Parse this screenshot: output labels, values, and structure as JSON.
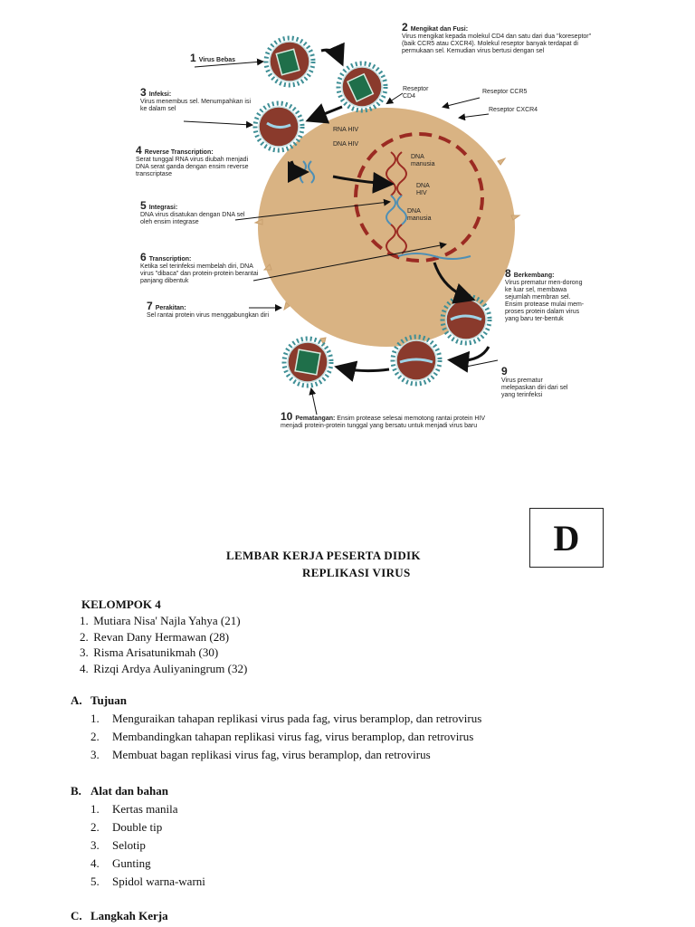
{
  "figure": {
    "steps": [
      {
        "num": "1",
        "title": "Virus Bebas",
        "desc": ""
      },
      {
        "num": "2",
        "title": "Mengikat dan Fusi:",
        "desc": "Virus mengikat kepada molekul CD4 dan satu dari dua \"koreseptor\" (baik CCR5 atau CXCR4). Molekul reseptor banyak terdapat di permukaan sel. Kemudian virus bertusi dengan sel"
      },
      {
        "num": "3",
        "title": "Infeksi:",
        "desc": "Virus menembus sel. Menumpahkan isi ke dalam sel"
      },
      {
        "num": "4",
        "title": "Reverse Transcription:",
        "desc": "Serat tunggal RNA virus diubah menjadi DNA serat ganda dengan ensim reverse transcriptase"
      },
      {
        "num": "5",
        "title": "Integrasi:",
        "desc": "DNA virus disatukan dengan DNA sel oleh ensim integrase"
      },
      {
        "num": "6",
        "title": "Transcription:",
        "desc": "Ketika sel terinfeksi membelah diri, DNA virus \"dibaca\" dan protein-protein berantai panjang dibentuk"
      },
      {
        "num": "7",
        "title": "Perakitan:",
        "desc": "Sel rantai protein virus menggabungkan diri"
      },
      {
        "num": "8",
        "title": "Berkembang:",
        "desc": "Virus prematur men-dorong ke luar sel, membawa sejumlah membran sel. Ensim protease mulai mem-proses protein dalam virus yang baru ter-bentuk"
      },
      {
        "num": "9",
        "title": "",
        "desc": "Virus prematur melepaskan diri dari sel yang terinfeksi"
      },
      {
        "num": "10",
        "title": "Pematangan:",
        "desc": "Ensim protease selesai memotong rantai protein HIV menjadi protein-protein tunggal yang bersatu untuk menjadi virus baru"
      }
    ],
    "receptors": {
      "cd4": "Reseptor CD4",
      "ccr5": "Reseptor CCR5",
      "cxcr4": "Reseptor CXCR4"
    },
    "inner": {
      "rna1": "RNA HIV",
      "rna2": "DNA HIV",
      "dna_top": "DNA manusia",
      "dna_mid": "DNA HIV",
      "dna_bot": "DNA manusia"
    },
    "colors": {
      "cell": "#d9b383",
      "virus_ring": "#3f8f96",
      "virus_core": "#8a3a2c",
      "capsid": "#1f6f4a",
      "nucleus": "#9b2a22"
    }
  },
  "box_letter": "D",
  "title_line1": "LEMBAR KERJA PESERTA DIDIK",
  "title_line2": "REPLIKASI VIRUS",
  "kelompok": "KELOMPOK 4",
  "members": [
    {
      "n": "1.",
      "text": "Mutiara Nisa' Najla Yahya (21)"
    },
    {
      "n": "2.",
      "text": "Revan Dany Hermawan (28)"
    },
    {
      "n": "3.",
      "text": "Risma Arisatunikmah (30)"
    },
    {
      "n": "4.",
      "text": "Rizqi Ardya Auliyaningrum (32)"
    }
  ],
  "section_a": {
    "letter": "A.",
    "title": "Tujuan",
    "items": [
      {
        "n": "1.",
        "text": "Menguraikan tahapan replikasi virus pada fag, virus beramplop, dan retrovirus"
      },
      {
        "n": "2.",
        "text": "Membandingkan tahapan replikasi virus fag, virus beramplop, dan retrovirus"
      },
      {
        "n": "3.",
        "text": "Membuat bagan replikasi virus fag, virus beramplop, dan retrovirus"
      }
    ]
  },
  "section_b": {
    "letter": "B.",
    "title": "Alat dan bahan",
    "items": [
      {
        "n": "1.",
        "text": "Kertas manila"
      },
      {
        "n": "2.",
        "text": "Double tip"
      },
      {
        "n": "3.",
        "text": "Selotip"
      },
      {
        "n": "4.",
        "text": "Gunting"
      },
      {
        "n": "5.",
        "text": "Spidol warna-warni"
      }
    ]
  },
  "section_c": {
    "letter": "C.",
    "title": "Langkah Kerja"
  }
}
